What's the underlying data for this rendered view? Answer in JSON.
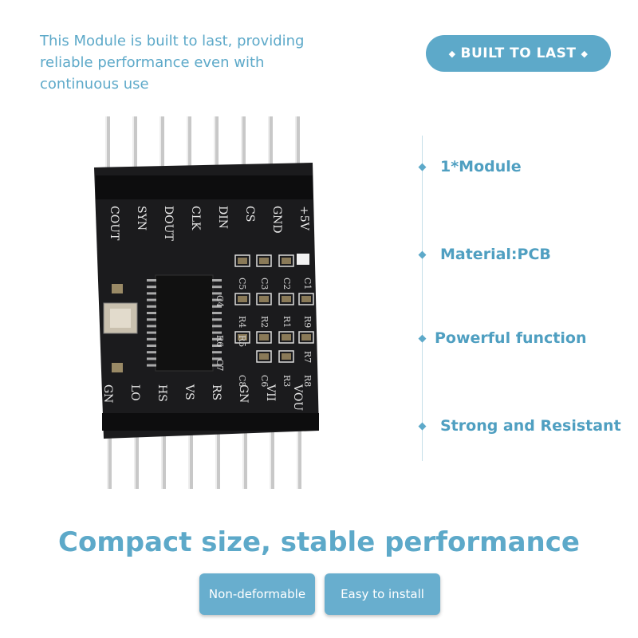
{
  "intro_text": "This Module is built to last, providing\nreliable performance even with\ncontinuous use",
  "badge": {
    "label": "BUILT TO LAST"
  },
  "features": [
    {
      "label": "1*Module"
    },
    {
      "label": "Material:PCB"
    },
    {
      "label": "Powerful function"
    },
    {
      "label": "Strong and Resistant"
    }
  ],
  "headline": "Compact size, stable performance",
  "buttons": [
    {
      "label": "Non-deformable"
    },
    {
      "label": "Easy to install"
    }
  ],
  "board": {
    "top_pins": [
      "COUT",
      "SYN",
      "DOUT",
      "CLK",
      "DIN",
      "CS",
      "GND",
      "+5V"
    ],
    "bottom_pins": [
      "GN",
      "LO",
      "HS",
      "VS",
      "RS",
      "GN",
      "VII",
      "VOU"
    ],
    "component_labels": [
      "C5",
      "C3",
      "C2",
      "C1",
      "C4",
      "R4",
      "R2",
      "R1",
      "R6",
      "R5",
      "R3",
      "C8",
      "C6",
      "C7",
      "R8",
      "R9",
      "R7"
    ]
  },
  "colors": {
    "accent": "#5da9c9",
    "button": "#68aece",
    "pcb": "#1b1b1d",
    "pin": "#c8c8c8"
  }
}
